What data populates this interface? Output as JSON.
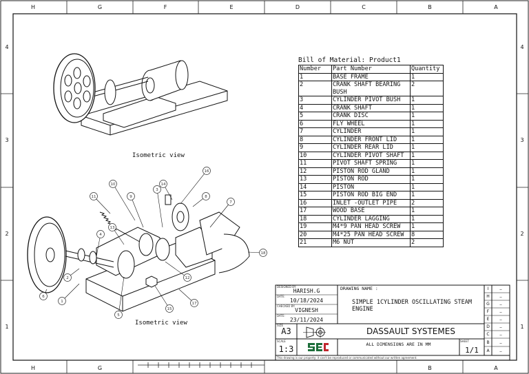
{
  "zones": {
    "top": [
      "H",
      "G",
      "F",
      "E",
      "D",
      "C",
      "B",
      "A"
    ],
    "bottom": [
      "H",
      "G",
      "B",
      "A"
    ],
    "left": [
      "4",
      "3",
      "2",
      "1"
    ],
    "right": [
      "4",
      "3",
      "2",
      "1"
    ]
  },
  "views": {
    "top_label": "Isometric view",
    "bottom_label": "Isometric view",
    "balloons": [
      "1",
      "2",
      "3",
      "4",
      "5",
      "6",
      "7",
      "8",
      "9",
      "10",
      "11",
      "12",
      "13",
      "14",
      "15",
      "16",
      "17",
      "18"
    ]
  },
  "bom": {
    "title": "Bill of Material: Product1",
    "headers": [
      "Number",
      "Part Number",
      "Quantity"
    ],
    "rows": [
      [
        "1",
        "BASE FRAME",
        "1"
      ],
      [
        "2",
        "CRANK SHAFT BEARING BUSH",
        "2"
      ],
      [
        "3",
        "CYLINDER PIVOT BUSH",
        "1"
      ],
      [
        "4",
        "CRANK SHAFT",
        "1"
      ],
      [
        "5",
        "CRANK DISC",
        "1"
      ],
      [
        "6",
        "FLY WHEEL",
        "1"
      ],
      [
        "7",
        "CYLINDER",
        "1"
      ],
      [
        "8",
        "CYLINDER FRONT LID",
        "1"
      ],
      [
        "9",
        "CYLINDER REAR LID",
        "1"
      ],
      [
        "10",
        "CYLINDER PIVOT SHAFT",
        "1"
      ],
      [
        "11",
        "PIVOT SHAFT SPRING",
        "1"
      ],
      [
        "12",
        "PISTON ROD GLAND",
        "1"
      ],
      [
        "13",
        "PISTON ROD",
        "1"
      ],
      [
        "14",
        "PISTON",
        "1"
      ],
      [
        "15",
        "PISTON ROD BIG END",
        "1"
      ],
      [
        "16",
        "INLET -OUTLET PIPE",
        "2"
      ],
      [
        "17",
        "WOOD BASE",
        "1"
      ],
      [
        "18",
        "CYLINDER LAGGING",
        "1"
      ],
      [
        "19",
        "M4*9 PAN HEAD SCREW",
        "1"
      ],
      [
        "20",
        "M4*25 PAN HEAD SCREW",
        "8"
      ],
      [
        "21",
        "M6 NUT",
        "2"
      ]
    ]
  },
  "title_block": {
    "designed_by_label": "DESIGNED BY:",
    "designed_by": "HARISH.G",
    "date_label_1": "DATE:",
    "date_1": "10/18/2024",
    "checked_by_label": "CHECKED BY:",
    "checked_by": "VIGNESH",
    "date_label_2": "DATE:",
    "date_2": "23/11/2024",
    "size_label": "SIZE",
    "size": "A3",
    "scale_label": "SCALE",
    "scale": "1:3",
    "drawing_name_label": "DRAWING NAME :",
    "drawing_name": "SIMPLE 1CYLINDER OSCILLATING STEAM ENGINE",
    "company": "DASSAULT SYSTEMES",
    "dimensions_note": "ALL DIMENSIONS ARE IN MM",
    "sheet_label": "SHEET",
    "sheet": "1/1",
    "disclaimer": "This drawing is our property; it can't be reproduced or communicated without our written agreement.",
    "revisions": [
      "I",
      "H",
      "G",
      "F",
      "E",
      "D",
      "C",
      "B",
      "A"
    ],
    "revision_marks": [
      "_",
      "_",
      "_",
      "_",
      "_",
      "_",
      "_",
      "_",
      "_"
    ]
  }
}
